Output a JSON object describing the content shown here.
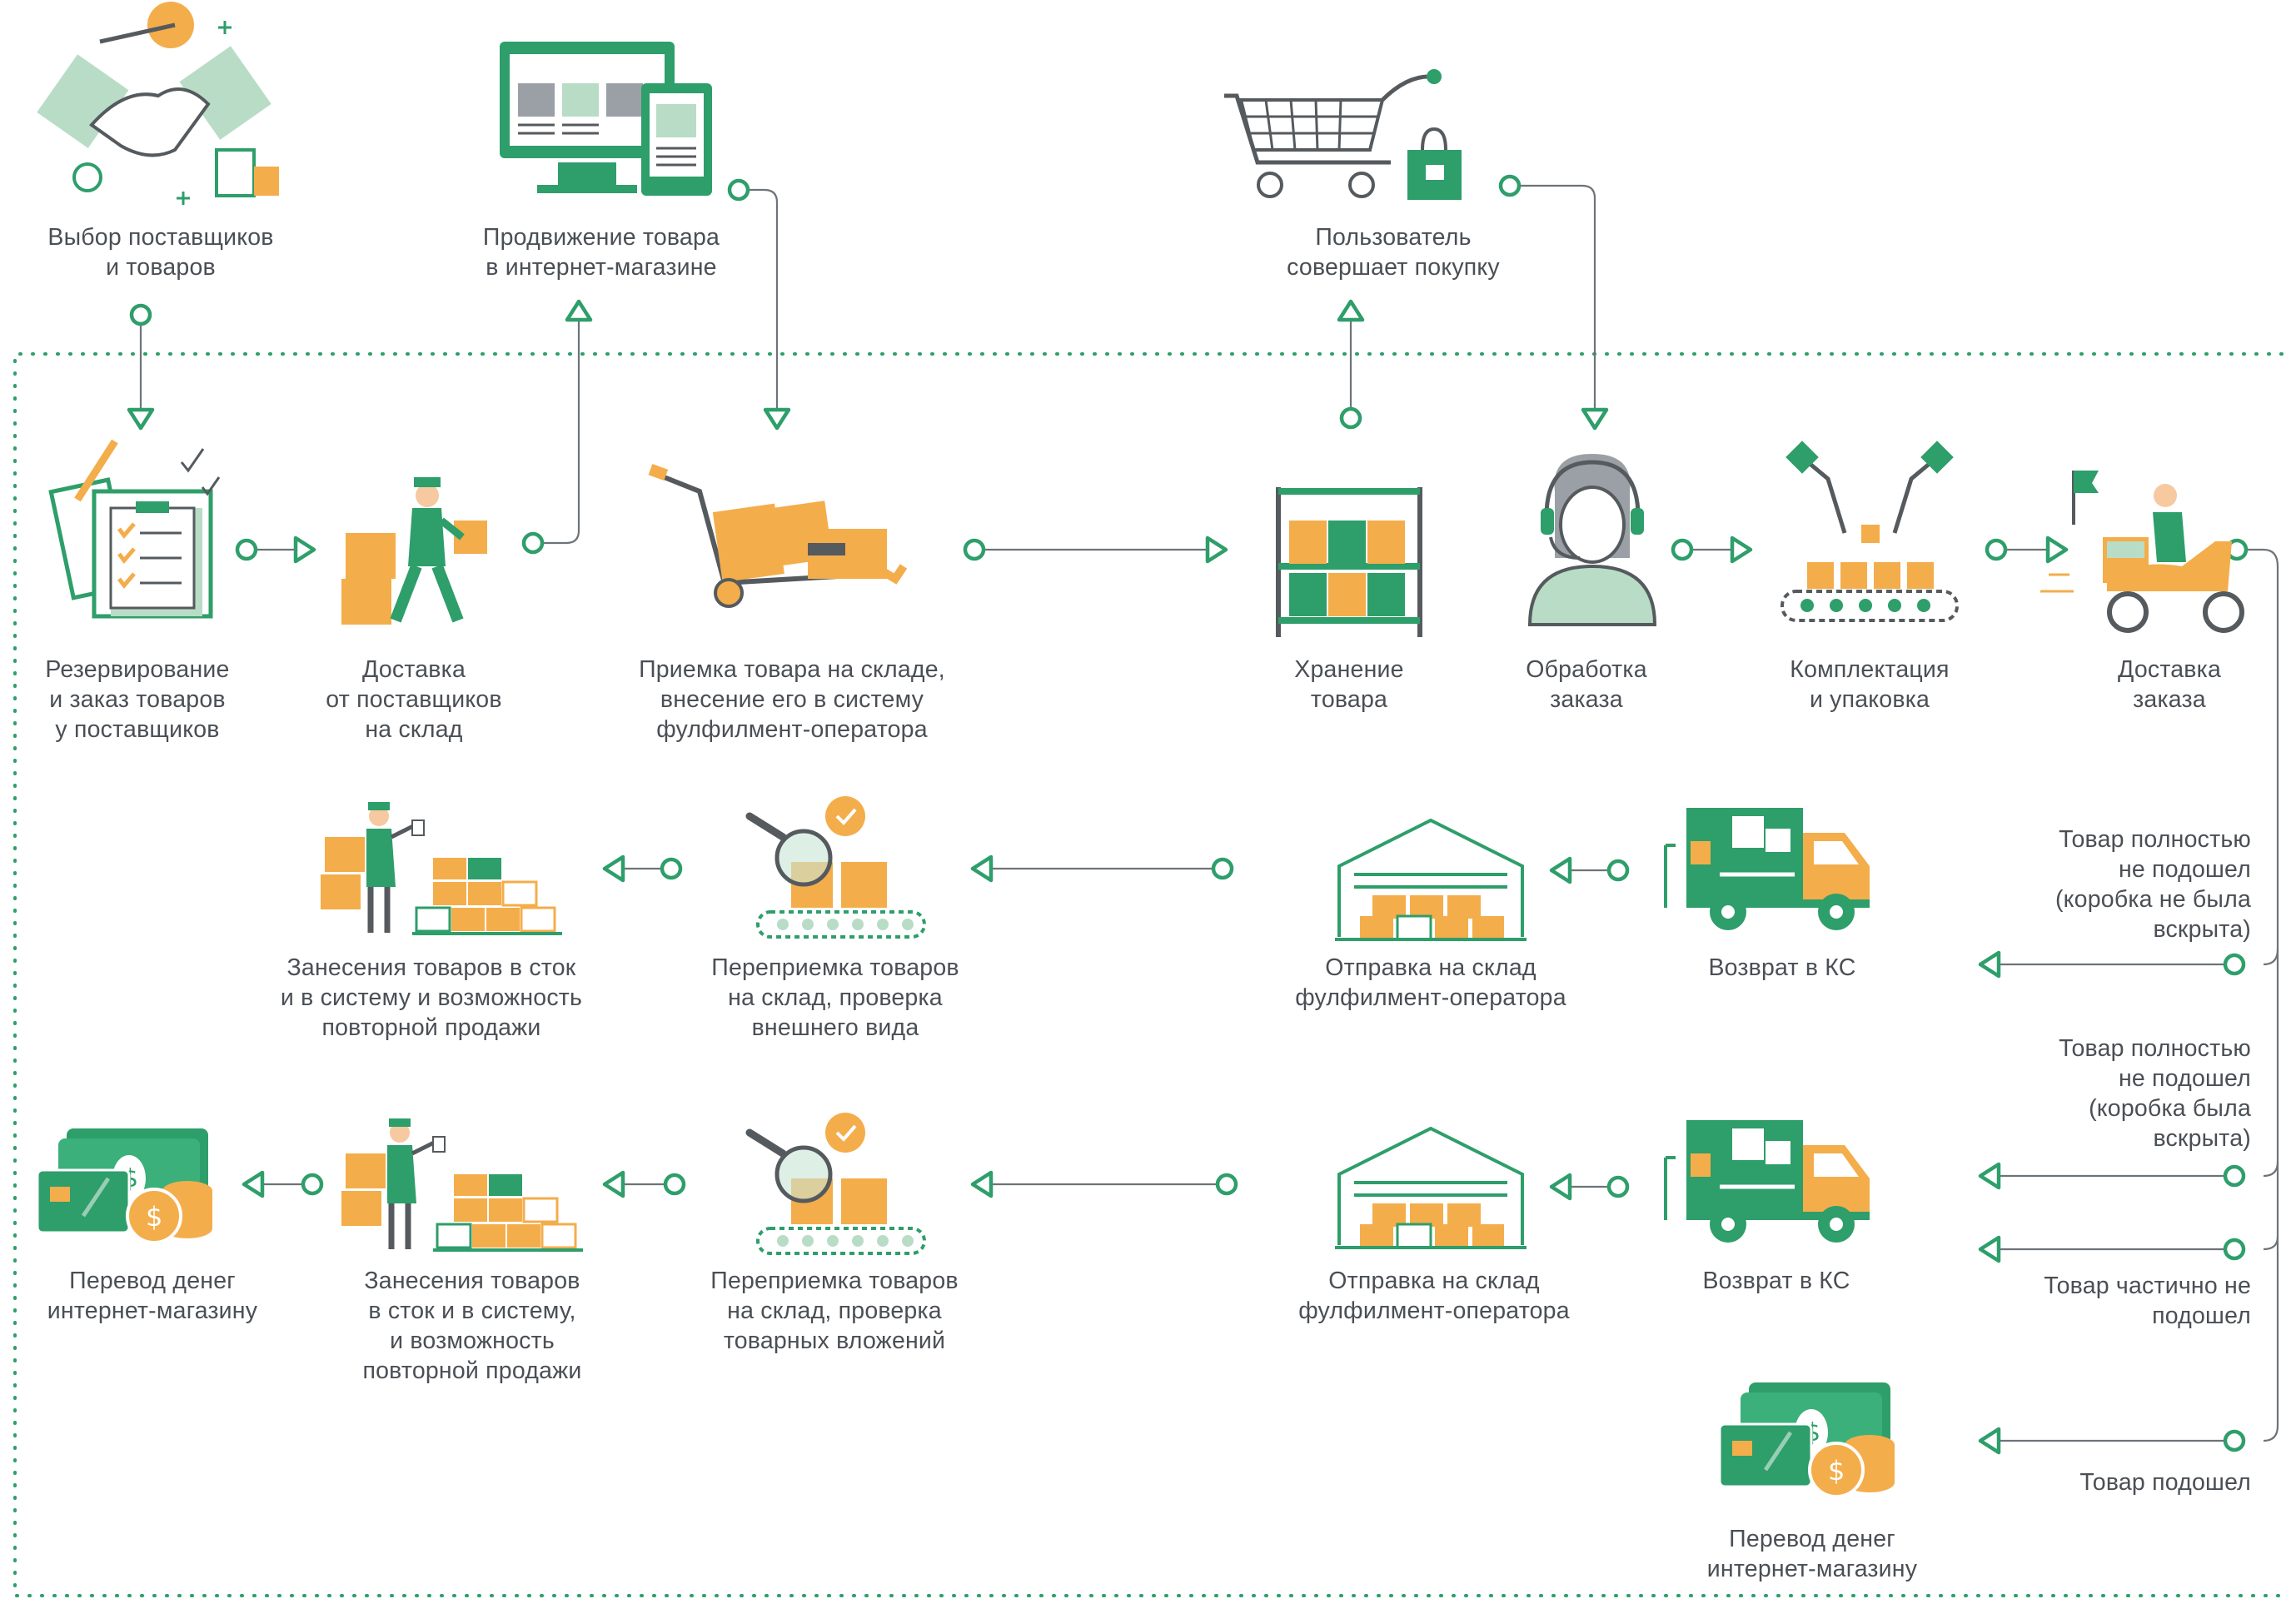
{
  "top_steps": {
    "suppliers": [
      "Выбор поставщиков",
      "и товаров"
    ],
    "promotion": [
      "Продвижение товара",
      "в интернет-магазине"
    ],
    "purchase": [
      "Пользователь",
      "совершает покупку"
    ]
  },
  "main_flow": {
    "reserve": [
      "Резервирование",
      "и заказ товаров",
      "у поставщиков"
    ],
    "delivery_to_wh": [
      "Доставка",
      "от поставщиков",
      "на склад"
    ],
    "receiving": [
      "Приемка товара на складе,",
      "внесение его в систему",
      "фулфилмент-оператора"
    ],
    "storage": [
      "Хранение",
      "товара"
    ],
    "processing": [
      "Обработка",
      "заказа"
    ],
    "packing": [
      "Комплектация",
      "и упаковка"
    ],
    "order_delivery": [
      "Доставка",
      "заказа"
    ]
  },
  "outcomes": {
    "unopened": [
      "Товар полностью",
      "не подошел",
      "(коробка не была",
      "вскрыта)"
    ],
    "opened": [
      "Товар полностью",
      "не подошел",
      "(коробка была",
      "вскрыта)"
    ],
    "partial": [
      "Товар частично не",
      "подошел"
    ],
    "fit": [
      "Товар подошел"
    ]
  },
  "return_row1": {
    "return_ks": [
      "Возврат в КС"
    ],
    "to_wh": [
      "Отправка на склад",
      "фулфилмент-оператора"
    ],
    "rereceive": [
      "Переприемка товаров",
      "на склад, проверка",
      "внешнего вида"
    ],
    "restock": [
      "Занесения товаров в сток",
      "и в систему и возможность",
      "повторной продажи"
    ]
  },
  "return_row2": {
    "return_ks": [
      "Возврат в КС"
    ],
    "to_wh": [
      "Отправка на склад",
      "фулфилмент-оператора"
    ],
    "rereceive": [
      "Переприемка товаров",
      "на склад, проверка",
      "товарных вложений"
    ],
    "restock": [
      "Занесения товаров",
      "в сток и в систему,",
      "и возможность",
      "повторной продажи"
    ],
    "money": [
      "Перевод денег",
      "интернет-магазину"
    ]
  },
  "money_fit": [
    "Перевод денег",
    "интернет-магазину"
  ],
  "colors": {
    "green": "#2e9e6a",
    "light_green": "#b9dcc6",
    "orange": "#f4ad4b",
    "text": "#4a4f55"
  },
  "icons": [
    "handshake-icon",
    "monitor-tablet-icon",
    "shopping-cart-icon",
    "checklist-icon",
    "courier-boxes-icon",
    "hand-truck-icon",
    "shelf-icon",
    "operator-headset-icon",
    "packing-conveyor-icon",
    "scooter-icon",
    "warehouse-icon",
    "return-truck-icon",
    "inspection-conveyor-icon",
    "worker-stock-icon",
    "money-icon"
  ]
}
